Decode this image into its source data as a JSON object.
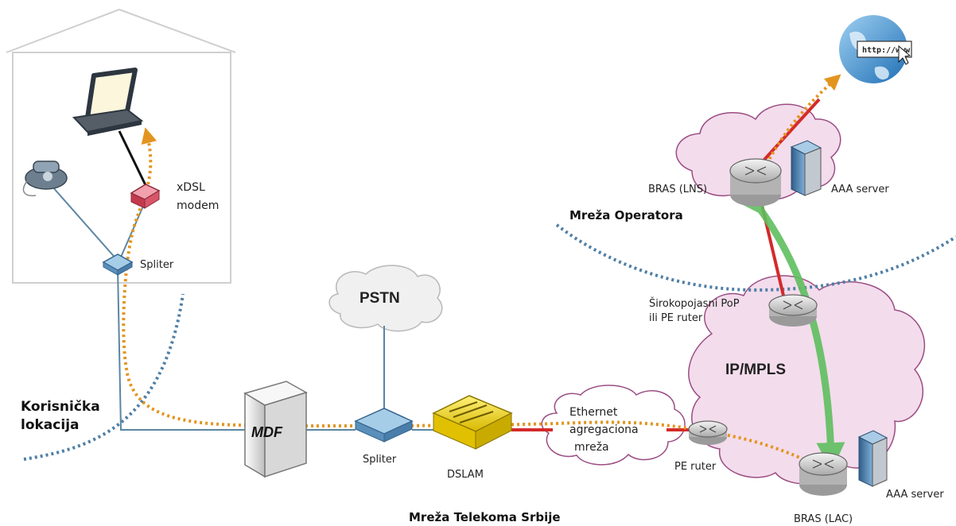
{
  "labels": {
    "xdsl_modem": [
      "xDSL",
      "modem"
    ],
    "spliter_home": "Spliter",
    "spliter_mid": "Spliter",
    "pstn": "PSTN",
    "mdf": "MDF",
    "dslam": "DSLAM",
    "ethernet": [
      "Ethernet",
      "agregaciona",
      "mreža"
    ],
    "pe_ruter": "PE ruter",
    "bras_lac": "BRAS (LAC)",
    "aaa_bottom": "AAA server",
    "ip_mpls": "IP/MPLS",
    "broadband_pop": [
      "Širokopojasni PoP",
      "ili PE ruter"
    ],
    "bras_lns": "BRAS (LNS)",
    "aaa_top": "AAA server",
    "operator_network": "Mreža Operatora",
    "user_location": [
      "Korisnička",
      "lokacija"
    ],
    "telekom_network": "Mreža Telekoma Srbije",
    "globe_url": "http://www"
  },
  "colors": {
    "line_blue": "#5b86a3",
    "line_red": "#d42a2a",
    "dots_orange": "#e3941f",
    "tunnel_green": "#5fbf5f",
    "cloud_pink": "#f3dcec",
    "cloud_stroke": "#9b4d83",
    "pstn_fill": "#f0f0f0",
    "boundary_blue": "#4f7fa6"
  }
}
